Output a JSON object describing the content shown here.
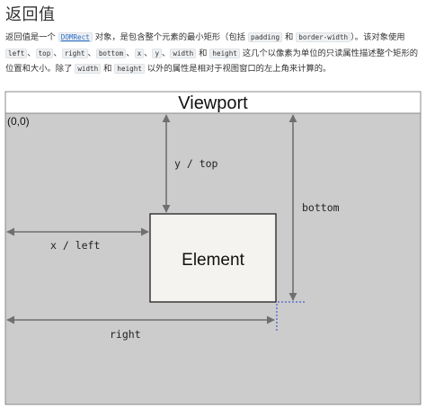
{
  "heading": "返回值",
  "paragraph": [
    {
      "t": "text",
      "v": "返回值是一个 "
    },
    {
      "t": "link",
      "v": "DOMRect"
    },
    {
      "t": "text",
      "v": " 对象，是包含整个元素的最小矩形（包括 "
    },
    {
      "t": "code",
      "v": "padding"
    },
    {
      "t": "text",
      "v": " 和 "
    },
    {
      "t": "code",
      "v": "border-width"
    },
    {
      "t": "text",
      "v": "）。该对象使用 "
    },
    {
      "t": "code",
      "v": "left"
    },
    {
      "t": "text",
      "v": "、"
    },
    {
      "t": "code",
      "v": "top"
    },
    {
      "t": "text",
      "v": "、"
    },
    {
      "t": "code",
      "v": "right"
    },
    {
      "t": "text",
      "v": "、"
    },
    {
      "t": "code",
      "v": "bottom"
    },
    {
      "t": "text",
      "v": "、"
    },
    {
      "t": "code",
      "v": "x"
    },
    {
      "t": "text",
      "v": "、"
    },
    {
      "t": "code",
      "v": "y"
    },
    {
      "t": "text",
      "v": "、"
    },
    {
      "t": "code",
      "v": "width"
    },
    {
      "t": "text",
      "v": " 和 "
    },
    {
      "t": "code",
      "v": "height"
    },
    {
      "t": "text",
      "v": " 这几个以像素为单位的只读属性描述整个矩形的位置和大小。除了 "
    },
    {
      "t": "code",
      "v": "width"
    },
    {
      "t": "text",
      "v": " 和 "
    },
    {
      "t": "code",
      "v": "height"
    },
    {
      "t": "text",
      "v": " 以外的属性是相对于视图窗口的左上角来计算的。"
    }
  ],
  "diagram": {
    "viewport_label": "Viewport",
    "origin_label": "(0,0)",
    "element_label": "Element",
    "y_top_label": "y / top",
    "bottom_label": "bottom",
    "x_left_label": "x / left",
    "right_label": "right",
    "colors": {
      "viewport_fill": "#cccccc",
      "element_fill": "#f5f3ef",
      "arrow": "#6f6f6f",
      "guide": "#2a3fd9"
    }
  }
}
